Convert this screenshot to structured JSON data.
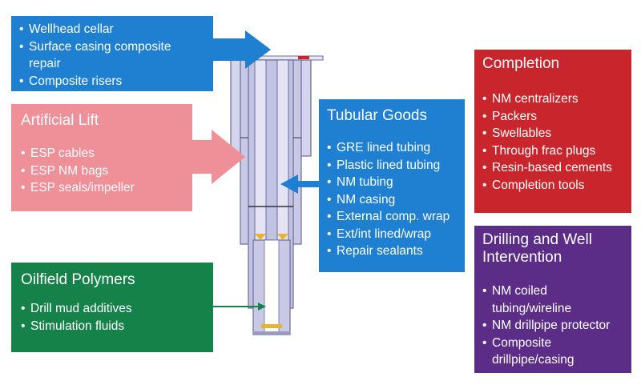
{
  "colors": {
    "blue": "#1f7fd0",
    "pink": "#ef8f98",
    "green": "#15824a",
    "red": "#c8262c",
    "purple": "#5b2d86",
    "casing_fill": "#c9c9e6",
    "casing_stroke": "#6b6b9a"
  },
  "wellhead": {
    "items": [
      "Wellhead cellar",
      "Surface casing composite repair",
      "Composite risers"
    ]
  },
  "artificial_lift": {
    "title": "Artificial Lift",
    "items": [
      "ESP cables",
      "ESP NM bags",
      "ESP seals/impeller"
    ]
  },
  "oilfield_polymers": {
    "title": "Oilfield Polymers",
    "items": [
      "Drill mud additives",
      "Stimulation fluids"
    ]
  },
  "tubular_goods": {
    "title": "Tubular Goods",
    "items": [
      "GRE lined tubing",
      "Plastic lined tubing",
      "NM tubing",
      "NM casing",
      "External comp. wrap",
      "Ext/int lined/wrap",
      "Repair sealants"
    ]
  },
  "completion": {
    "title": "Completion",
    "items": [
      "NM centralizers",
      "Packers",
      "Swellables",
      "Through frac plugs",
      "Resin-based cements",
      "Completion tools"
    ]
  },
  "drilling": {
    "title": "Drilling and Well Intervention",
    "items": [
      "NM coiled tubing/wireline",
      "NM drillpipe protector",
      "Composite drillpipe/casing"
    ]
  }
}
